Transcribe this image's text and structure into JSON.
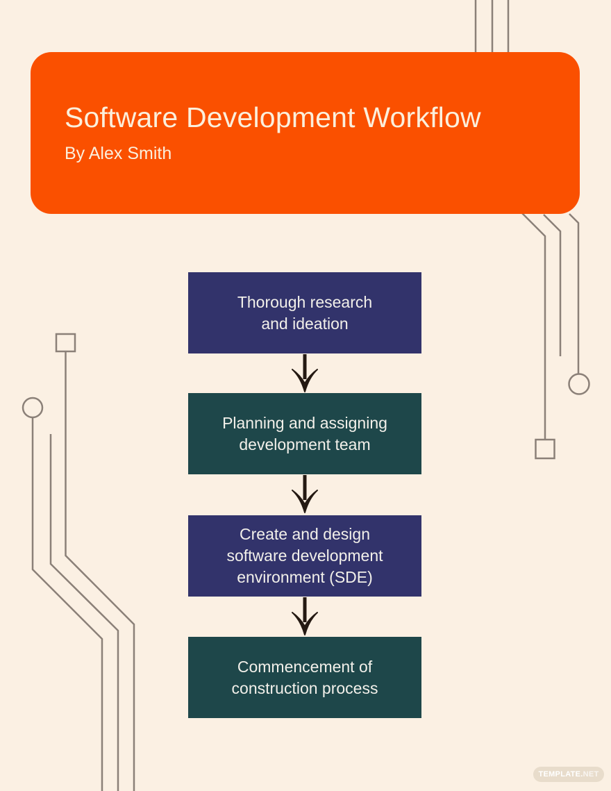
{
  "page": {
    "background": "#FBF0E3"
  },
  "header": {
    "title": "Software Development Workflow",
    "subtitle": "By Alex Smith",
    "background": "#FA5000",
    "text_color": "#FBEFDC"
  },
  "flowchart": {
    "steps": [
      {
        "label": "Thorough research and ideation",
        "lines": [
          "Thorough research",
          "and ideation"
        ],
        "color": "#32336B"
      },
      {
        "label": "Planning and assigning development team",
        "lines": [
          "Planning and assigning",
          "development team"
        ],
        "color": "#1E474A"
      },
      {
        "label": "Create and design software development environment (SDE)",
        "lines": [
          "Create and design",
          "software development",
          "environment (SDE)"
        ],
        "color": "#32336B"
      },
      {
        "label": "Commencement of construction process",
        "lines": [
          "Commencement of",
          "construction process"
        ],
        "color": "#1E474A"
      }
    ],
    "arrow_color": "#241912",
    "text_color": "#F2F0EA"
  },
  "decor": {
    "line_color": "#8B8078"
  },
  "watermark": {
    "brand": "TEMPLATE.",
    "tld": "NET",
    "background": "#E8DCCB"
  }
}
